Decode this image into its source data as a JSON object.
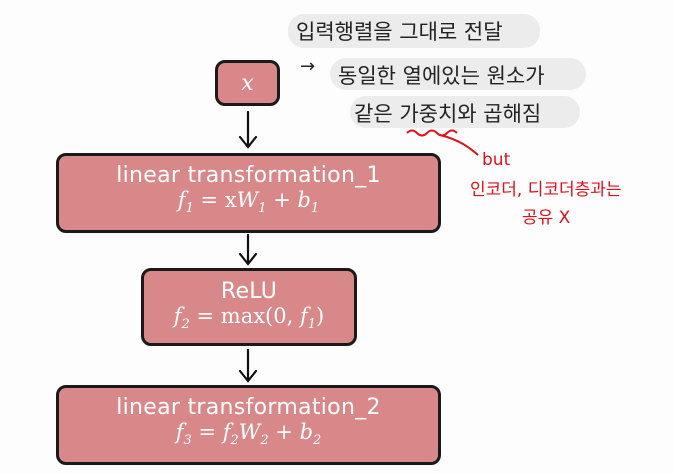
{
  "nodes": {
    "input": {
      "formula": "x"
    },
    "linear1": {
      "title": "linear transformation_1"
    },
    "relu": {
      "title": "ReLU"
    },
    "linear2": {
      "title": "linear transformation_2"
    }
  },
  "annotations": {
    "line1": "입력행렬을 그대로 전달",
    "arrow_symbol": "→",
    "line2": "동일한 열에있는 원소가",
    "line3_a": "같은 ",
    "line3_b": "가중치",
    "line3_c": "와 곱해짐",
    "red1": "but",
    "red2": "인코더, 디코더층과는",
    "red3": "공유 X"
  },
  "colors": {
    "node_fill": "#d9888a",
    "node_border": "#1a1a1a",
    "annotation_red": "#e0101a",
    "highlight": "#e9e9e9"
  }
}
